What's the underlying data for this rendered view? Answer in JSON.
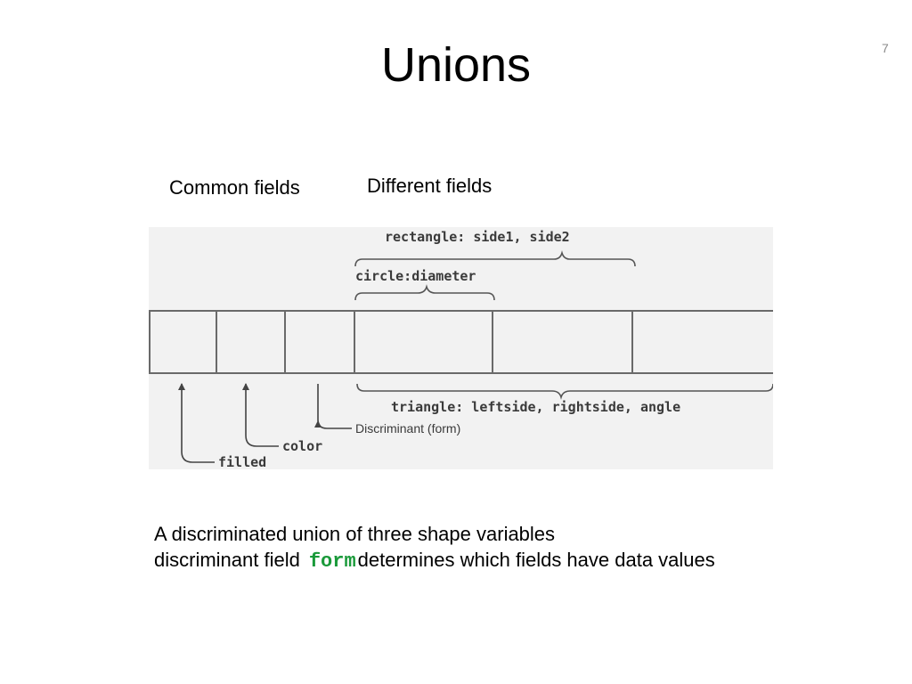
{
  "slide": {
    "title": "Unions",
    "number": "7"
  },
  "labels": {
    "common_fields": "Common fields",
    "different_fields": "Different fields"
  },
  "diagram": {
    "rectangle_label": "rectangle: side1, side2",
    "circle_label": "circle:diameter",
    "triangle_label": "triangle: leftside, rightside, angle",
    "discriminant_label": "Discriminant (form)",
    "color_label": "color",
    "filled_label": "filled"
  },
  "caption": {
    "line1": "A discriminated union of three shape variables",
    "line2_prefix": "discriminant field",
    "line2_code": "form",
    "line2_suffix": "determines which fields have data values",
    "code_color": "#1a9a3a"
  }
}
